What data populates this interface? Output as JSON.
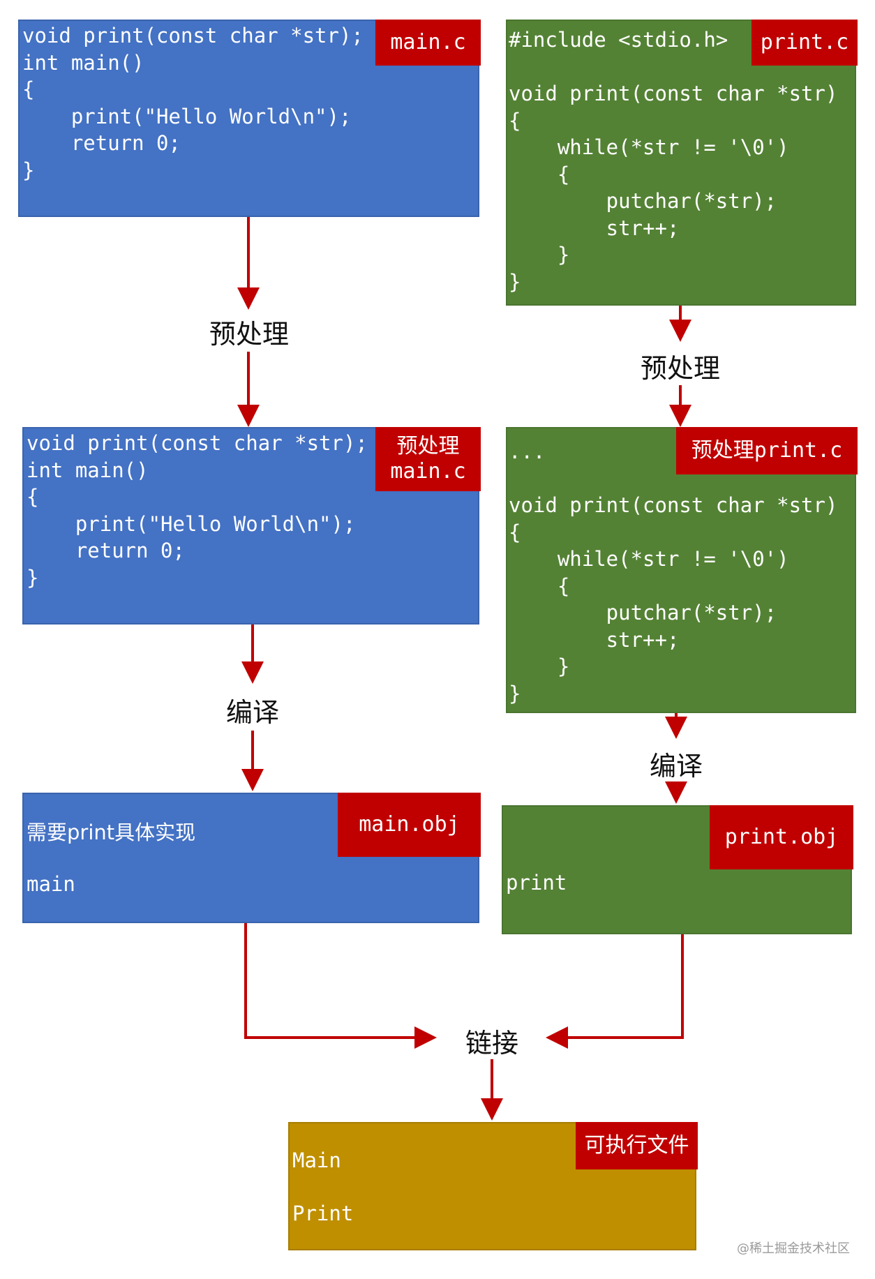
{
  "top_left": {
    "tag": "main.c",
    "code": "void print(const char *str);\nint main()\n{\n    print(\"Hello World\\n\");\n    return 0;\n}"
  },
  "top_right": {
    "tag": "print.c",
    "code": "#include <stdio.h>\n\nvoid print(const char *str)\n{\n    while(*str != '\\0')\n    {\n        putchar(*str);\n        str++;\n    }\n}"
  },
  "mid_left": {
    "tag": "预处理\nmain.c",
    "code": "void print(const char *str);\nint main()\n{\n    print(\"Hello World\\n\");\n    return 0;\n}"
  },
  "mid_right": {
    "tag": "预处理print.c",
    "code": "...\n\nvoid print(const char *str)\n{\n    while(*str != '\\0')\n    {\n        putchar(*str);\n        str++;\n    }\n}"
  },
  "obj_left": {
    "tag": "main.obj",
    "line1": "需要print具体实现",
    "line2": "main"
  },
  "obj_right": {
    "tag": "print.obj",
    "line1": "print"
  },
  "exe": {
    "tag": "可执行文件",
    "line1": "Main",
    "line2": "Print"
  },
  "steps": {
    "preprocess_left": "预处理",
    "preprocess_right": "预处理",
    "compile_left": "编译",
    "compile_right": "编译",
    "link": "链接"
  },
  "watermark": "@稀土掘金技术社区",
  "colors": {
    "blue": "#4472c4",
    "green": "#548235",
    "gold": "#bf8f00",
    "red": "#c00000",
    "arrow": "#c00000"
  }
}
